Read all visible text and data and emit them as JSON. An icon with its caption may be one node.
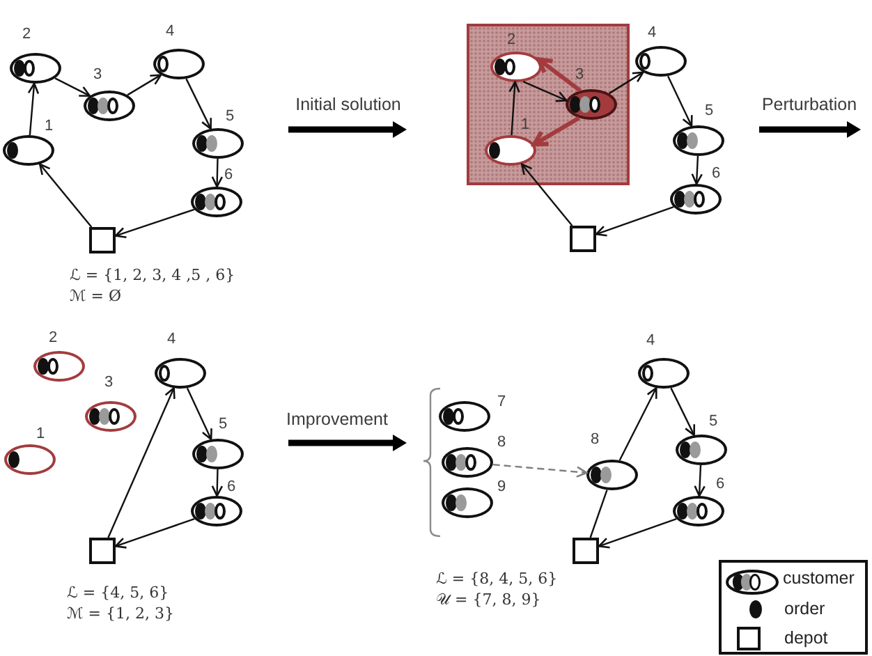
{
  "diagram": {
    "nodes": [
      {
        "text": [],
        "shape": "ellipse",
        "beside": [
          "1"
        ]
      },
      {
        "text": [],
        "shape": "ellipse",
        "beside": [
          "2"
        ]
      },
      {
        "text": [],
        "shape": "ellipse",
        "beside": [
          "3"
        ]
      },
      {
        "text": [],
        "shape": "ellipse",
        "beside": [
          "4"
        ]
      },
      {
        "text": [],
        "shape": "ellipse",
        "beside": [
          "5"
        ]
      },
      {
        "text": [],
        "shape": "ellipse",
        "beside": [
          "6"
        ]
      },
      {
        "text": [],
        "shape": "box"
      },
      {
        "text": [],
        "shape": "box"
      },
      {
        "text": [],
        "shape": "ellipse",
        "beside": [
          "1"
        ],
        "in": 7
      },
      {
        "text": [],
        "shape": "ellipse",
        "beside": [
          "2"
        ],
        "in": 7
      },
      {
        "text": [],
        "shape": "ellipse",
        "beside": [
          "3"
        ],
        "in": 7
      },
      {
        "text": [],
        "shape": "ellipse",
        "beside": [
          "4"
        ]
      },
      {
        "text": [],
        "shape": "ellipse",
        "beside": [
          "5"
        ]
      },
      {
        "text": [],
        "shape": "ellipse",
        "beside": [
          "6"
        ]
      },
      {
        "text": [],
        "shape": "box"
      },
      {
        "text": [],
        "shape": "ellipse",
        "beside": [
          "1"
        ]
      },
      {
        "text": [],
        "shape": "ellipse",
        "beside": [
          "2"
        ]
      },
      {
        "text": [],
        "shape": "ellipse",
        "beside": [
          "3"
        ]
      },
      {
        "text": [],
        "shape": "ellipse",
        "beside": [
          "4"
        ]
      },
      {
        "text": [],
        "shape": "ellipse",
        "beside": [
          "5"
        ]
      },
      {
        "text": [],
        "shape": "ellipse",
        "beside": [
          "6"
        ]
      },
      {
        "text": [],
        "shape": "box"
      },
      {
        "text": [],
        "shape": "ellipse",
        "beside": [
          "7"
        ]
      },
      {
        "text": [],
        "shape": "ellipse",
        "beside": [
          "8"
        ]
      },
      {
        "text": [],
        "shape": "ellipse",
        "beside": [
          "9"
        ]
      },
      {
        "text": [],
        "shape": "ellipse",
        "beside": [
          "8"
        ]
      },
      {
        "text": [],
        "shape": "ellipse",
        "beside": [
          "4"
        ]
      },
      {
        "text": [],
        "shape": "ellipse",
        "beside": [
          "5"
        ]
      },
      {
        "text": [],
        "shape": "ellipse",
        "beside": [
          "6"
        ]
      },
      {
        "text": [],
        "shape": "box"
      }
    ],
    "edges": [
      {
        "from": 6,
        "to": 0,
        "arrow": "to"
      },
      {
        "from": 0,
        "to": 1,
        "arrow": "to"
      },
      {
        "from": 1,
        "to": 2,
        "arrow": "to"
      },
      {
        "from": 2,
        "to": 3,
        "arrow": "to"
      },
      {
        "from": 3,
        "to": 4,
        "arrow": "to"
      },
      {
        "from": 4,
        "to": 5,
        "arrow": "to"
      },
      {
        "from": 5,
        "to": 6,
        "arrow": "to"
      },
      {
        "from": 14,
        "to": 8,
        "arrow": "to"
      },
      {
        "from": 8,
        "to": 9,
        "arrow": "to"
      },
      {
        "from": 9,
        "to": 10,
        "arrow": "to"
      },
      {
        "from": 10,
        "to": 11,
        "arrow": "to"
      },
      {
        "from": 11,
        "to": 12,
        "arrow": "to"
      },
      {
        "from": 12,
        "to": 13,
        "arrow": "to"
      },
      {
        "from": 13,
        "to": 14,
        "arrow": "to"
      },
      {
        "from": 10,
        "to": 9,
        "arrow": "to",
        "style": "thick",
        "color": "#a33b3e"
      },
      {
        "from": 10,
        "to": 8,
        "arrow": "to",
        "style": "thick",
        "color": "#a33b3e"
      },
      {
        "from": 21,
        "to": 18,
        "arrow": "to"
      },
      {
        "from": 18,
        "to": 19,
        "arrow": "to"
      },
      {
        "from": 19,
        "to": 20,
        "arrow": "to"
      },
      {
        "from": 20,
        "to": 21,
        "arrow": "to"
      },
      {
        "from": 23,
        "to": 25,
        "arrow": "to",
        "style": "dashed",
        "color": "#7f7f7f"
      },
      {
        "from": 29,
        "to": 25,
        "arrow": "none"
      },
      {
        "from": 25,
        "to": 26,
        "arrow": "to"
      },
      {
        "from": 26,
        "to": 27,
        "arrow": "to"
      },
      {
        "from": 27,
        "to": 28,
        "arrow": "to"
      },
      {
        "from": 28,
        "to": 29,
        "arrow": "to"
      }
    ],
    "labels": [
      "Initial solution",
      "Perturbation",
      "ℒ = {1, 2, 3, 4 ,5 , 6}",
      "ℳ = Ø",
      "Improvement",
      "ℒ = {4, 5, 6}",
      "ℳ = {1, 2, 3}",
      "ℒ = {8, 4, 5, 6}",
      "𝒰 = {7, 8, 9}"
    ],
    "legend": [
      {
        "text": "customer"
      },
      {
        "text": "order"
      },
      {
        "text": "depot"
      }
    ]
  }
}
